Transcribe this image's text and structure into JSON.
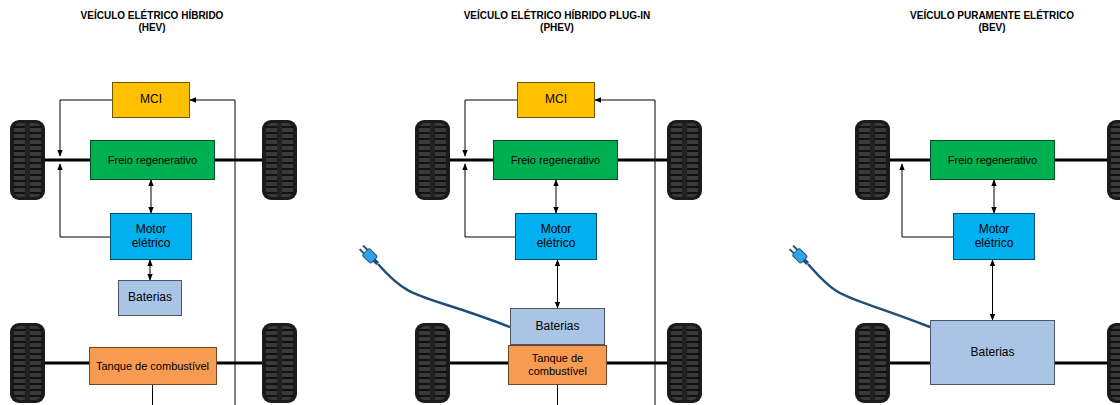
{
  "diagram": {
    "nodes": [
      {
        "text": [
          "MCI"
        ]
      },
      {
        "text": [
          "Freio regenerativo"
        ]
      },
      {
        "text": [
          "Motor elétrico"
        ]
      },
      {
        "text": [
          "Baterias"
        ]
      },
      {
        "text": [
          "Tanque de combustível"
        ]
      },
      {
        "text": [
          "MCI"
        ]
      },
      {
        "text": [
          "Freio regenerativo"
        ]
      },
      {
        "text": [
          "Motor elétrico"
        ]
      },
      {
        "text": [
          "Baterias"
        ]
      },
      {
        "text": [
          "Tanque de combustível"
        ]
      },
      {
        "text": [
          "Freio regenerativo"
        ]
      },
      {
        "text": [
          "Motor elétrico"
        ]
      },
      {
        "text": [
          "Baterias"
        ]
      }
    ],
    "edges": [
      {
        "from": 1,
        "to": 2,
        "arrow": "both"
      },
      {
        "from": 2,
        "to": 3,
        "arrow": "both"
      },
      {
        "from": 4,
        "to": 0,
        "arrow": "to"
      },
      {
        "from": 6,
        "to": 7,
        "arrow": "both"
      },
      {
        "from": 7,
        "to": 8,
        "arrow": "both"
      },
      {
        "from": 9,
        "to": 5,
        "arrow": "to"
      },
      {
        "from": 10,
        "to": 11,
        "arrow": "both"
      },
      {
        "from": 11,
        "to": 12,
        "arrow": "both"
      }
    ],
    "labels": [
      "VEÍCULO ELÉTRICO HÍBRIDO (HEV)",
      "VEÍCULO ELÉTRICO HÍBRIDO PLUG-IN (PHEV)",
      "VEÍCULO PURAMENTE ELÉTRICO (BEV)"
    ]
  }
}
